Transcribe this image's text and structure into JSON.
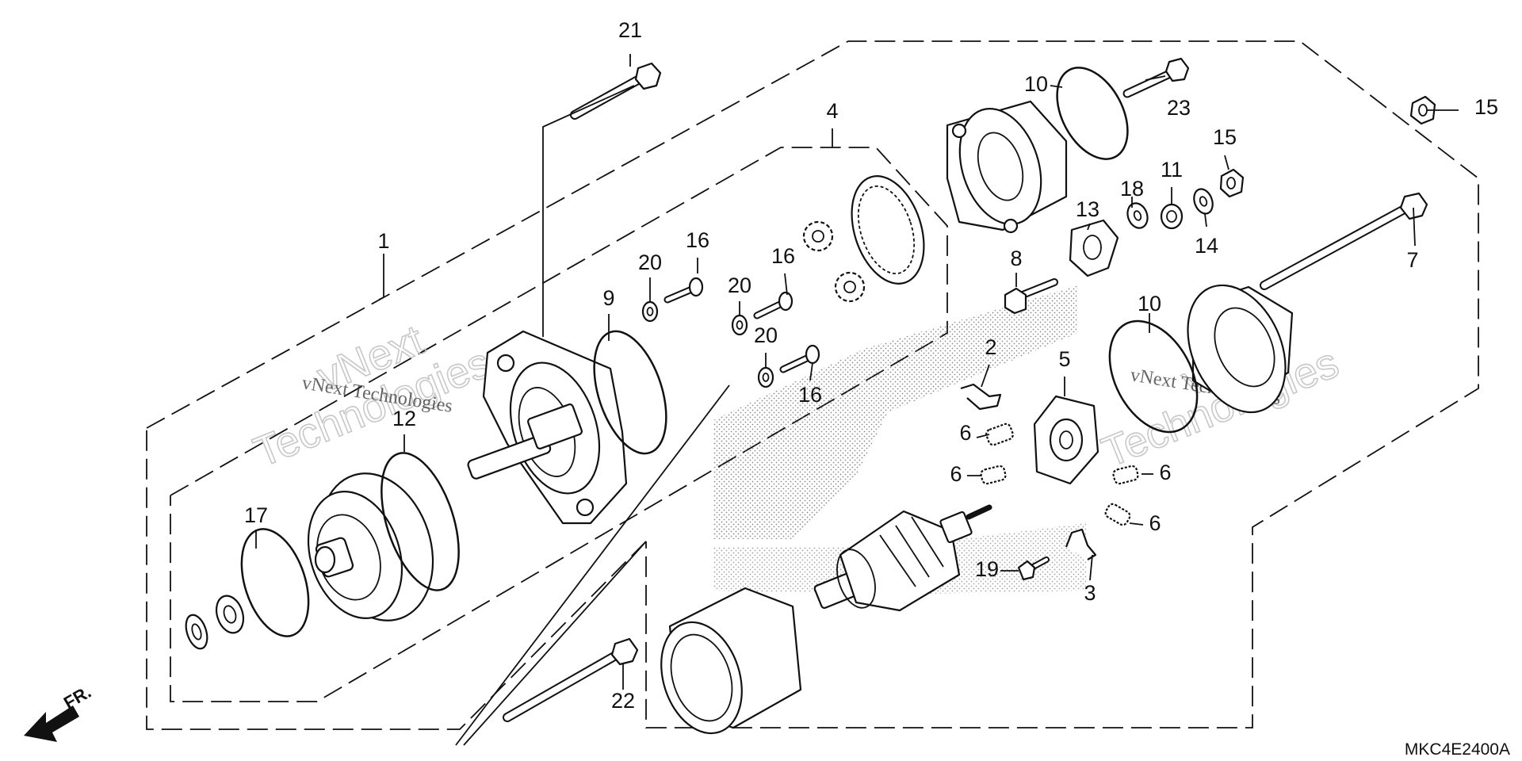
{
  "diagram_code": "MKC4E2400A",
  "front_label": "FR.",
  "watermark": {
    "small_text": "vNext Technologies",
    "large_line1": "vNext",
    "large_line2": "Technologies"
  },
  "callouts": [
    {
      "id": "c1",
      "text": "1"
    },
    {
      "id": "c2",
      "text": "2"
    },
    {
      "id": "c3",
      "text": "3"
    },
    {
      "id": "c4",
      "text": "4"
    },
    {
      "id": "c5",
      "text": "5"
    },
    {
      "id": "c6a",
      "text": "6"
    },
    {
      "id": "c6b",
      "text": "6"
    },
    {
      "id": "c6c",
      "text": "6"
    },
    {
      "id": "c6d",
      "text": "6"
    },
    {
      "id": "c7",
      "text": "7"
    },
    {
      "id": "c8",
      "text": "8"
    },
    {
      "id": "c9",
      "text": "9"
    },
    {
      "id": "c10a",
      "text": "10"
    },
    {
      "id": "c10b",
      "text": "10"
    },
    {
      "id": "c11",
      "text": "11"
    },
    {
      "id": "c12",
      "text": "12"
    },
    {
      "id": "c13",
      "text": "13"
    },
    {
      "id": "c14",
      "text": "14"
    },
    {
      "id": "c15a",
      "text": "15"
    },
    {
      "id": "c15b",
      "text": "15"
    },
    {
      "id": "c16a",
      "text": "16"
    },
    {
      "id": "c16b",
      "text": "16"
    },
    {
      "id": "c16c",
      "text": "16"
    },
    {
      "id": "c17",
      "text": "17"
    },
    {
      "id": "c18",
      "text": "18"
    },
    {
      "id": "c19",
      "text": "19"
    },
    {
      "id": "c20a",
      "text": "20"
    },
    {
      "id": "c20b",
      "text": "20"
    },
    {
      "id": "c20c",
      "text": "20"
    },
    {
      "id": "c21",
      "text": "21"
    },
    {
      "id": "c22",
      "text": "22"
    },
    {
      "id": "c23",
      "text": "23"
    }
  ]
}
